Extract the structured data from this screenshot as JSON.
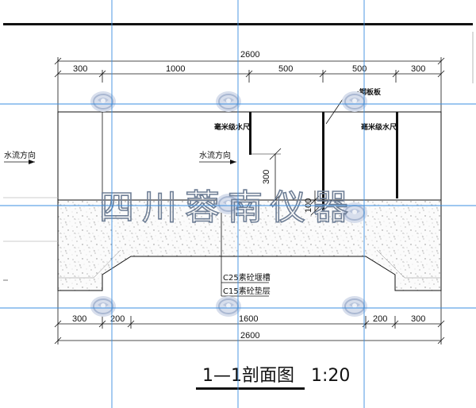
{
  "dimensions": {
    "top_total": "2600",
    "top_segments": [
      "300",
      "1000",
      "500",
      "500",
      "300"
    ],
    "bottom_segments": [
      "300",
      "200",
      "1600",
      "200",
      "300"
    ],
    "bottom_total": "2600",
    "depth": "300",
    "plate_gap": "100"
  },
  "labels": {
    "ruler_left": "毫米级水尺",
    "ruler_right": "毫米级水尺",
    "steel_plate": "钢板板",
    "flow_left": "水流方向",
    "flow_center": "水流方向",
    "c25": "C25素砼堰槽",
    "c15": "C15素砼垫层"
  },
  "watermark": "四川蓉南仪器",
  "title": {
    "section": "1—1剖面图",
    "scale": "1:20"
  },
  "colors": {
    "guide_line": "#3b8fe0",
    "logo": "#c9d3e6",
    "watermark": "#6f7f96"
  }
}
